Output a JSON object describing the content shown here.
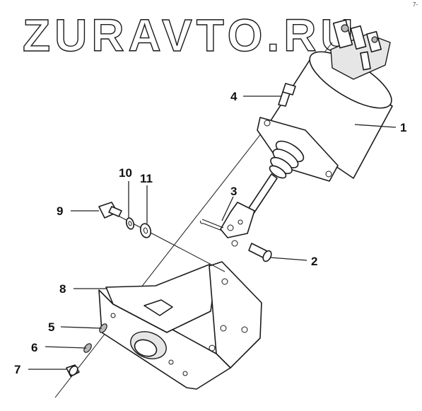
{
  "watermark": {
    "text": "ZURAVTO.RU",
    "corner_text": "7-"
  },
  "callouts": [
    {
      "id": "1",
      "label": "1"
    },
    {
      "id": "2",
      "label": "2"
    },
    {
      "id": "3",
      "label": "3"
    },
    {
      "id": "4",
      "label": "4"
    },
    {
      "id": "5",
      "label": "5"
    },
    {
      "id": "6",
      "label": "6"
    },
    {
      "id": "7",
      "label": "7"
    },
    {
      "id": "8",
      "label": "8"
    },
    {
      "id": "9",
      "label": "9"
    },
    {
      "id": "10",
      "label": "10"
    },
    {
      "id": "11",
      "label": "11"
    }
  ],
  "colors": {
    "line": "#1a1a1a",
    "fill": "#ffffff",
    "shade": "#e6e6e6"
  }
}
